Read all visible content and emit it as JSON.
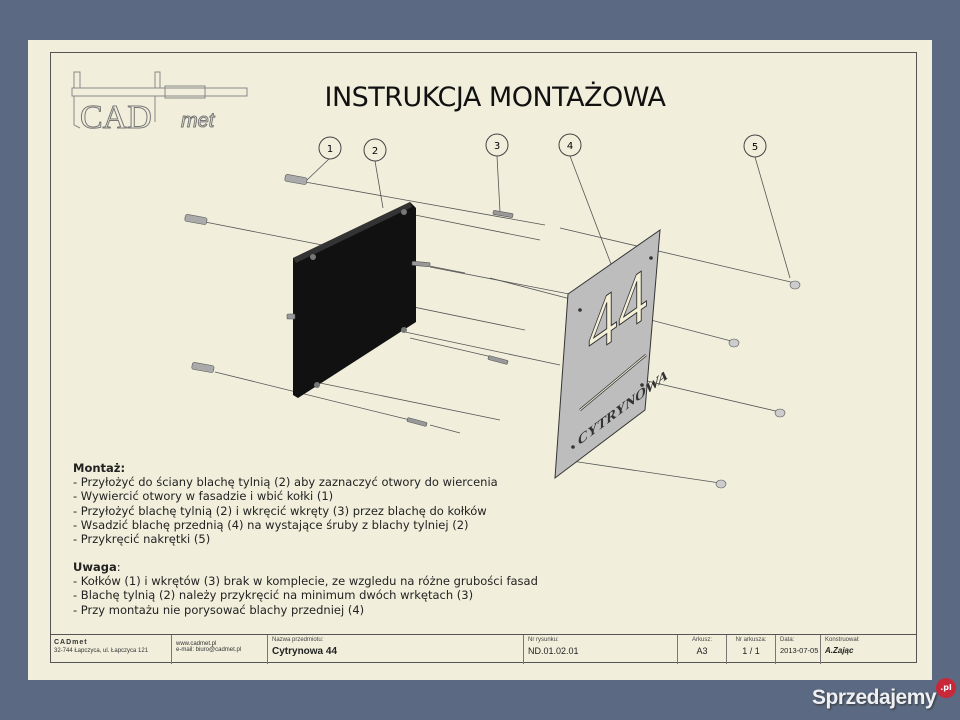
{
  "title": "INSTRUKCJA MONTAŻOWA",
  "logo": {
    "text_main": "CAD",
    "text_sub": "met"
  },
  "balloons": [
    "1",
    "2",
    "3",
    "4",
    "5"
  ],
  "front_plate": {
    "number": "44",
    "street": "CYTRYNOWA",
    "color": "#b9b9b9"
  },
  "back_plate": {
    "color": "#111111"
  },
  "montaz": {
    "heading": "Montaż:",
    "items": [
      "- Przyłożyć do ściany blachę tylnią (2) aby zaznaczyć otwory do wiercenia",
      "- Wywiercić otwory w fasadzie i wbić kołki (1)",
      "- Przyłożyć blachę tylnią (2) i wkręcić wkręty (3) przez blachę do kołków",
      "- Wsadzić blachę przednią (4) na wystające śruby z blachy tylniej (2)",
      "- Przykręcić nakrętki (5)"
    ]
  },
  "uwaga": {
    "heading": "Uwaga",
    "colon": ":",
    "items": [
      "- Kołków (1) i wkrętów (3) brak w komplecie, ze wzgledu na różne grubości fasad",
      "- Blachę tylnią (2) należy przykręcić na minimum dwóch wrkętach (3)",
      "- Przy montażu nie porysować blachy przedniej (4)"
    ]
  },
  "title_block": {
    "company": "CADmet",
    "address": "32-744 Łapczyca, ul. Łapczyca 121",
    "www": "www.cadmet.pl",
    "email": "e-mail: biuro@cadmet.pl",
    "item_label": "Nazwa przedmiotu:",
    "item_value": "Cytrynowa 44",
    "drawing_no_label": "Nr rysunku:",
    "drawing_no_value": "ND.01.02.01",
    "sheet_label": "Arkusz:",
    "sheet_value": "A3",
    "sheet_no_label": "Nr arkusza:",
    "sheet_no_value": "1 / 1",
    "date_label": "Data:",
    "date_value": "2013-07-05",
    "designer_label": "Konstruował:",
    "designer_value": "A.Zając"
  },
  "watermark": {
    "text": "Sprzedajemy",
    "badge": ".pl"
  },
  "colors": {
    "background": "#5b6a82",
    "sheet": "#f1efdc"
  }
}
